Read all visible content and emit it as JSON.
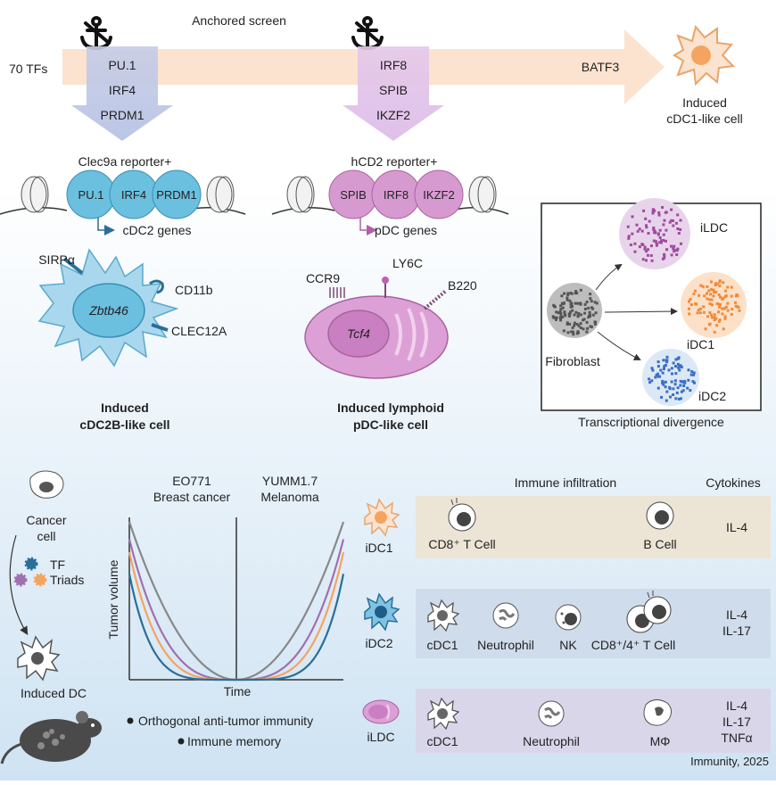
{
  "screen": {
    "top_label": "Anchored screen",
    "tf_count": "70 TFs",
    "left_triad": [
      "PU.1",
      "IRF4",
      "PRDM1"
    ],
    "mid_triad": [
      "IRF8",
      "SPIB",
      "IKZF2"
    ],
    "end_tf": "BATF3",
    "cdc1_label_1": "Induced",
    "cdc1_label_2": "cDC1-like cell"
  },
  "cdc2b": {
    "reporter": "Clec9a reporter+",
    "factors": [
      "PU.1",
      "IRF4",
      "PRDM1"
    ],
    "genes": "cDC2 genes",
    "markers": [
      "SIRPα",
      "CD11b",
      "CLEC12A"
    ],
    "nucleus_gene": "Zbtb46",
    "title_1": "Induced",
    "title_2": "cDC2B-like cell"
  },
  "pdc": {
    "reporter": "hCD2 reporter+",
    "factors": [
      "SPIB",
      "IRF8",
      "IKZF2"
    ],
    "genes": "pDC genes",
    "markers": [
      "CCR9",
      "LY6C",
      "B220"
    ],
    "nucleus_gene": "Tcf4",
    "title_1": "Induced lymphoid",
    "title_2": "pDC-like cell"
  },
  "divergence": {
    "source": "Fibroblast",
    "targets": [
      "iLDC",
      "iDC1",
      "iDC2"
    ],
    "caption": "Transcriptional divergence",
    "colors": {
      "ildc": "#e8d4ea",
      "idc1": "#fde0c8",
      "idc2": "#dce8f6"
    }
  },
  "workflow": {
    "cancer": [
      "Cancer",
      "cell"
    ],
    "tf": [
      "TF",
      "Triads"
    ],
    "induced": "Induced DC"
  },
  "chart": {
    "models": [
      {
        "line1": "EO771",
        "line2": "Breast cancer"
      },
      {
        "line1": "YUMM1.7",
        "line2": "Melanoma"
      }
    ],
    "ylabel": "Tumor volume",
    "xlabel": "Time",
    "bullets": [
      "Orthogonal anti-tumor immunity",
      "Immune memory"
    ]
  },
  "chart_data": {
    "type": "line",
    "xlabel": "Time",
    "ylabel": "Tumor volume",
    "series": [
      {
        "color": "#888888",
        "growth": 1.0
      },
      {
        "color": "#a070b0",
        "growth": 0.8
      },
      {
        "color": "#f4a460",
        "growth": 0.65
      },
      {
        "color": "#2a6f97",
        "growth": 0.4
      }
    ]
  },
  "infiltration": {
    "header": "Immune infiltration",
    "cytokine_header": "Cytokines",
    "rows": [
      {
        "label": "iDC1",
        "cells": [
          "CD8⁺ T Cell",
          "B Cell"
        ],
        "cytokines": [
          "IL-4"
        ]
      },
      {
        "label": "iDC2",
        "cells": [
          "cDC1",
          "Neutrophil",
          "NK",
          "CD8⁺/4⁺ T Cell"
        ],
        "cytokines": [
          "IL-4",
          "IL-17"
        ]
      },
      {
        "label": "iLDC",
        "cells": [
          "cDC1",
          "Neutrophil",
          "MΦ"
        ],
        "cytokines": [
          "IL-4",
          "IL-17",
          "TNFα"
        ]
      }
    ],
    "colors": {
      "idc1": "#ece5d6",
      "idc2": "#cfdceb",
      "ildc": "#d9d6ea"
    }
  },
  "citation": "Immunity, 2025",
  "colors": {
    "arrow": "#fbe3cf",
    "blue_factor": "#6bbfdf",
    "pink_factor": "#d79ad0",
    "cdc2_cell": "#a9d8ee",
    "pdc_cell": "#dca0d6",
    "cdc1": "#f4a460"
  }
}
